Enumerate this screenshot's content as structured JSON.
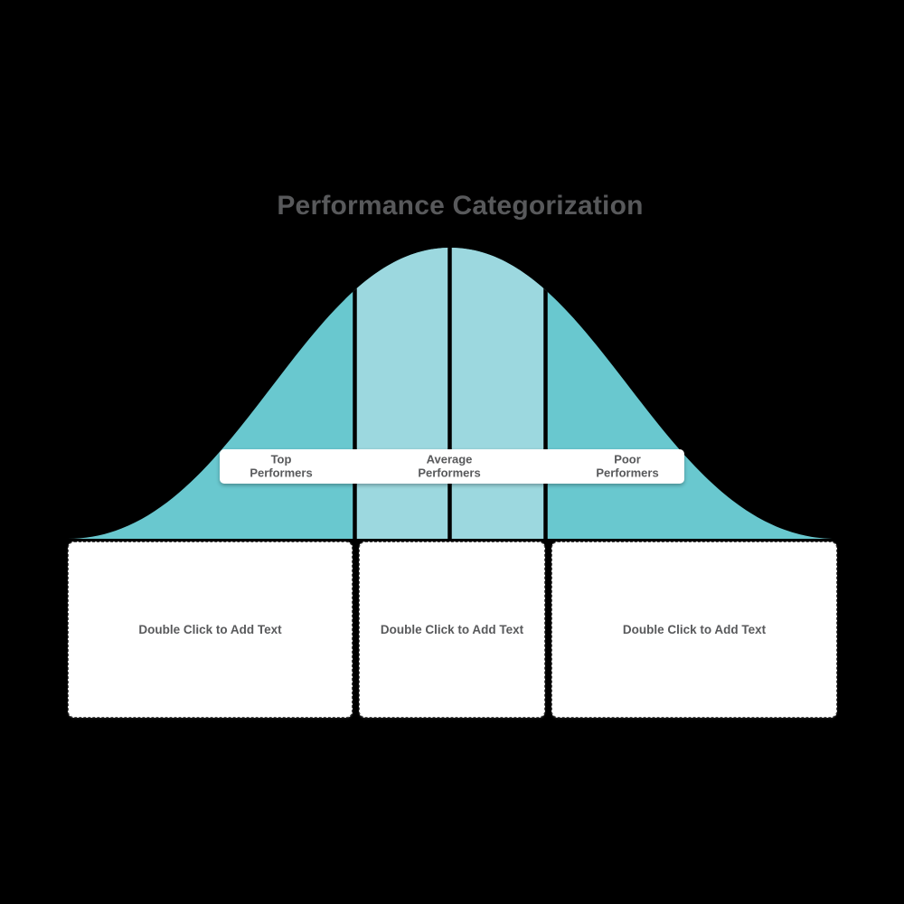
{
  "title": "Performance Categorization",
  "segments": [
    {
      "label": "Top\nPerformers"
    },
    {
      "label": "Average\nPerformers"
    },
    {
      "label": "Poor\nPerformers"
    }
  ],
  "boxes": [
    {
      "placeholder": "Double Click to Add Text"
    },
    {
      "placeholder": "Double Click to Add Text"
    },
    {
      "placeholder": "Double Click to Add Text"
    }
  ],
  "colors": {
    "background": "#000000",
    "curve_outer": "#69C8CF",
    "curve_middle": "#9CD8DF",
    "divider": "#000000",
    "label_bar": "#ffffff",
    "box_bg": "#ffffff",
    "text": "#58595b"
  }
}
